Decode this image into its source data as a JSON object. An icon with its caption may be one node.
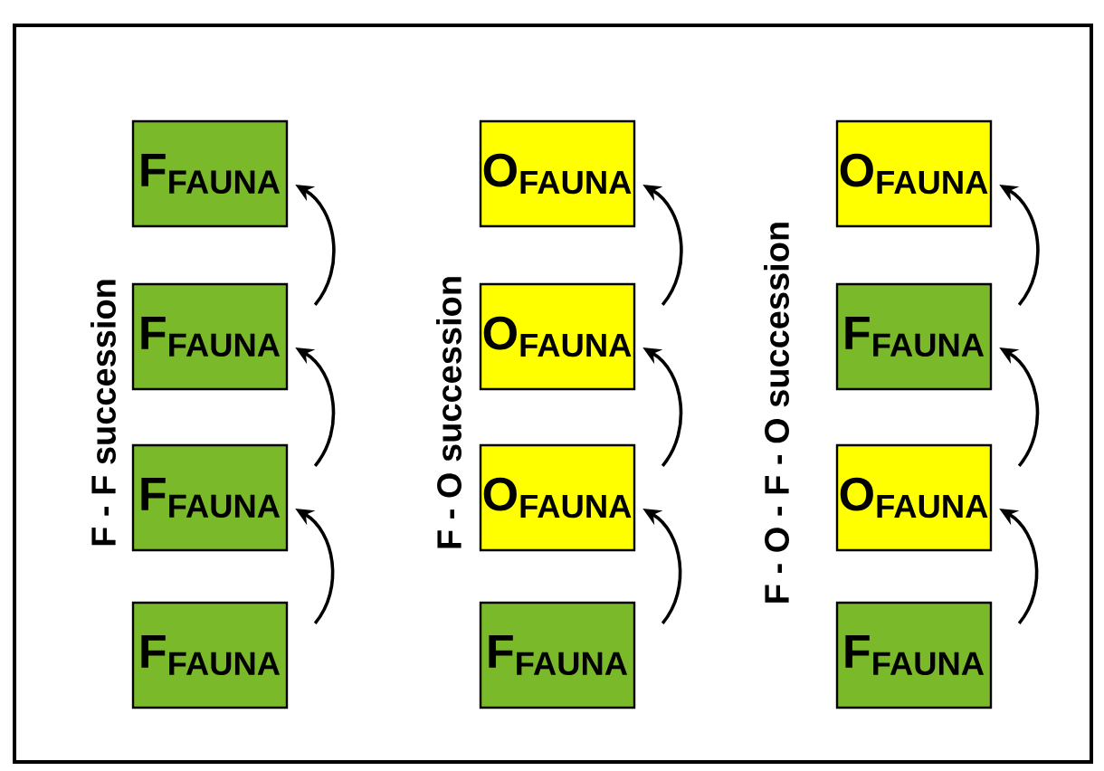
{
  "diagram": {
    "nodes": [
      {
        "text": [
          "F$_{FAUNA}$"
        ]
      },
      {
        "text": [
          "F$_{FAUNA}$"
        ]
      },
      {
        "text": [
          "F$_{FAUNA}$"
        ]
      },
      {
        "text": [
          "F$_{FAUNA}$"
        ]
      },
      {
        "text": [
          "O$_{FAUNA}$"
        ]
      },
      {
        "text": [
          "O$_{FAUNA}$"
        ]
      },
      {
        "text": [
          "O$_{FAUNA}$"
        ]
      },
      {
        "text": [
          "F$_{FAUNA}$"
        ]
      },
      {
        "text": [
          "O$_{FAUNA}$"
        ]
      },
      {
        "text": [
          "F$_{FAUNA}$"
        ]
      },
      {
        "text": [
          "O$_{FAUNA}$"
        ]
      },
      {
        "text": [
          "F$_{FAUNA}$"
        ]
      }
    ],
    "edges": [
      {
        "from": 1,
        "to": 0,
        "arrow": "to"
      },
      {
        "from": 2,
        "to": 1,
        "arrow": "to"
      },
      {
        "from": 3,
        "to": 2,
        "arrow": "to"
      },
      {
        "from": 5,
        "to": 4,
        "arrow": "to"
      },
      {
        "from": 6,
        "to": 5,
        "arrow": "to"
      },
      {
        "from": 7,
        "to": 6,
        "arrow": "to"
      },
      {
        "from": 9,
        "to": 8,
        "arrow": "to"
      },
      {
        "from": 10,
        "to": 9,
        "arrow": "to"
      },
      {
        "from": 11,
        "to": 10,
        "arrow": "to"
      }
    ],
    "labels": [
      "F - F succession",
      "F - O succession",
      "F - O - F - O succession"
    ]
  }
}
